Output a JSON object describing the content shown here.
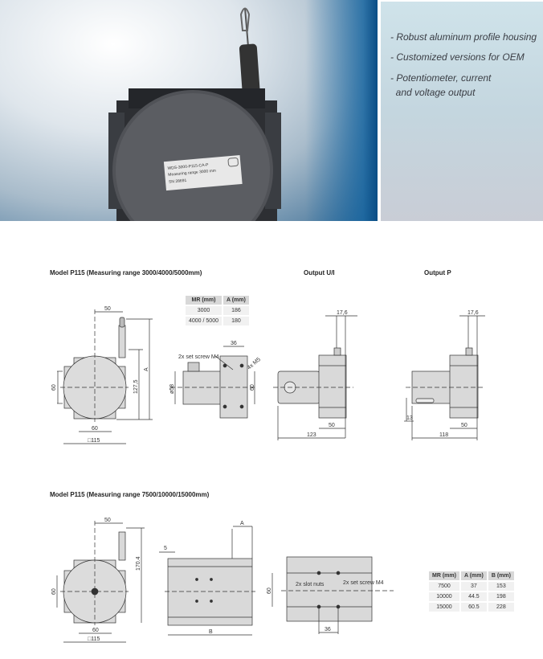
{
  "product_label": {
    "line1": "WDS-3000-P115-CA-P",
    "line2": "Measuring range 3000 mm",
    "line3": "SN 28691"
  },
  "features": [
    "- Robust aluminum profile housing",
    "- Customized versions for OEM",
    "- Potentiometer, current\n  and voltage output"
  ],
  "section1": {
    "title": "Model P115 (Measuring range 3000/4000/5000mm)",
    "output_ui_title": "Output U/I",
    "output_p_title": "Output P",
    "table": {
      "headers": [
        "MR (mm)",
        "A (mm)"
      ],
      "rows": [
        [
          "3000",
          "186"
        ],
        [
          "4000 / 5000",
          "180"
        ]
      ]
    },
    "dims": {
      "d50": "50",
      "a": "A",
      "d127": "127,5",
      "d60_left": "60",
      "d60_bottom": "60",
      "d115": "□115",
      "d36": "36",
      "set_screw": "2x set screw M4",
      "m5": "4x M5",
      "d58": "ø58",
      "d60_side": "60",
      "ui_176": "17,6",
      "ui_50": "50",
      "ui_123": "123",
      "p_176": "17,6",
      "p_13": "13",
      "p_50": "50",
      "p_118": "118"
    }
  },
  "section2": {
    "title": "Model P115 (Measuring range 7500/10000/15000mm)",
    "table": {
      "headers": [
        "MR (mm)",
        "A (mm)",
        "B (mm)"
      ],
      "rows": [
        [
          "7500",
          "37",
          "153"
        ],
        [
          "10000",
          "44.5",
          "198"
        ],
        [
          "15000",
          "60.5",
          "228"
        ]
      ]
    },
    "dims": {
      "d50": "50",
      "d170": "170.4",
      "d60_left": "60",
      "d60_bottom": "60",
      "d115": "□115",
      "d5": "5",
      "a": "A",
      "b": "B",
      "d60_top": "60",
      "slot_nuts": "2x slot nuts",
      "set_screw": "2x set screw M4",
      "d36": "36"
    }
  }
}
